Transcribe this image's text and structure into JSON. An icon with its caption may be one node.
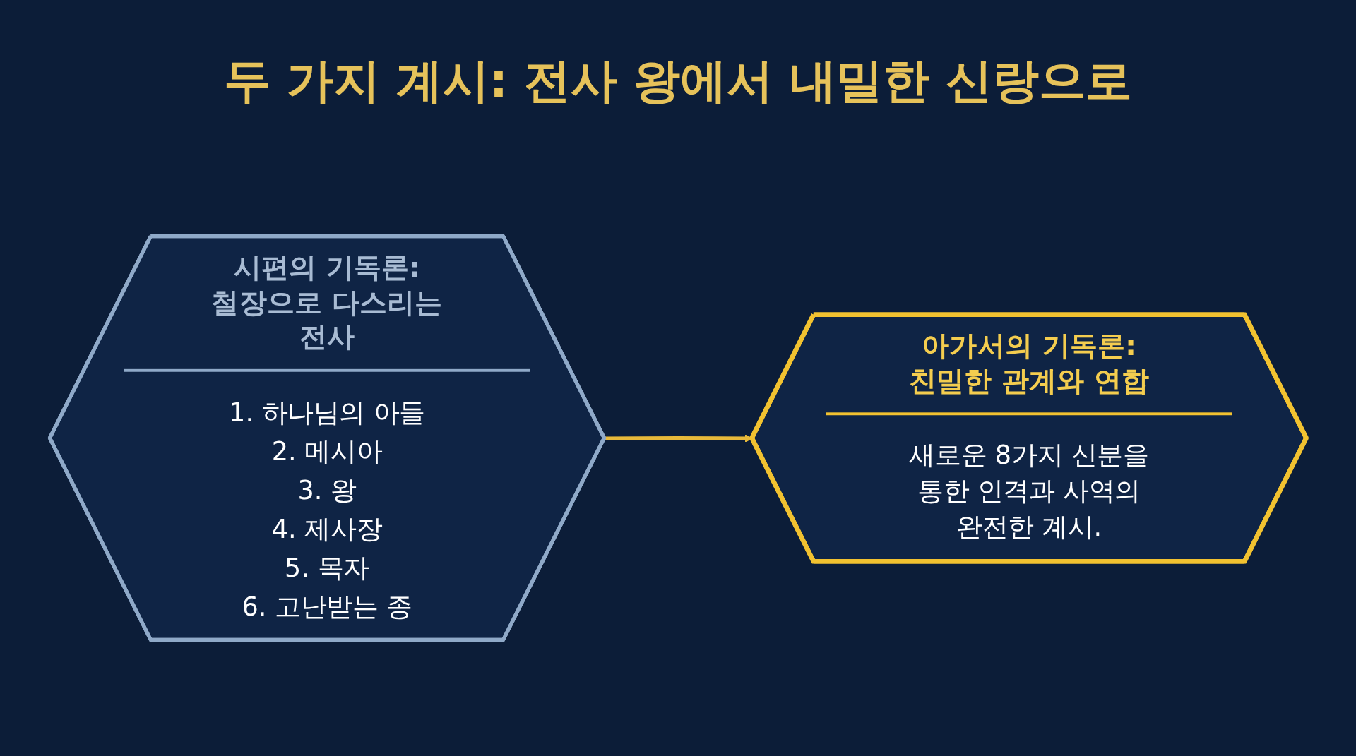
{
  "diagram": {
    "title": "두 가지 계시: 전사 왕에서 내밀한 신랑으로",
    "nodes": [
      {
        "text": [
          "시편의 기독론: 철장으로 다스리는 전사",
          "1. 하나님의 아들",
          "2. 메시아",
          "3. 왕",
          "4. 제사장",
          "5. 목자",
          "6. 고난받는 종"
        ]
      },
      {
        "text": [
          "아가서의 기독론: 친밀한 관계와 연합",
          "새로운 8가지 신분을 통한 인격과 사역의 완전한 계시."
        ]
      }
    ],
    "edges": [
      {
        "from": 0,
        "to": 1,
        "arrow": "to"
      }
    ]
  }
}
